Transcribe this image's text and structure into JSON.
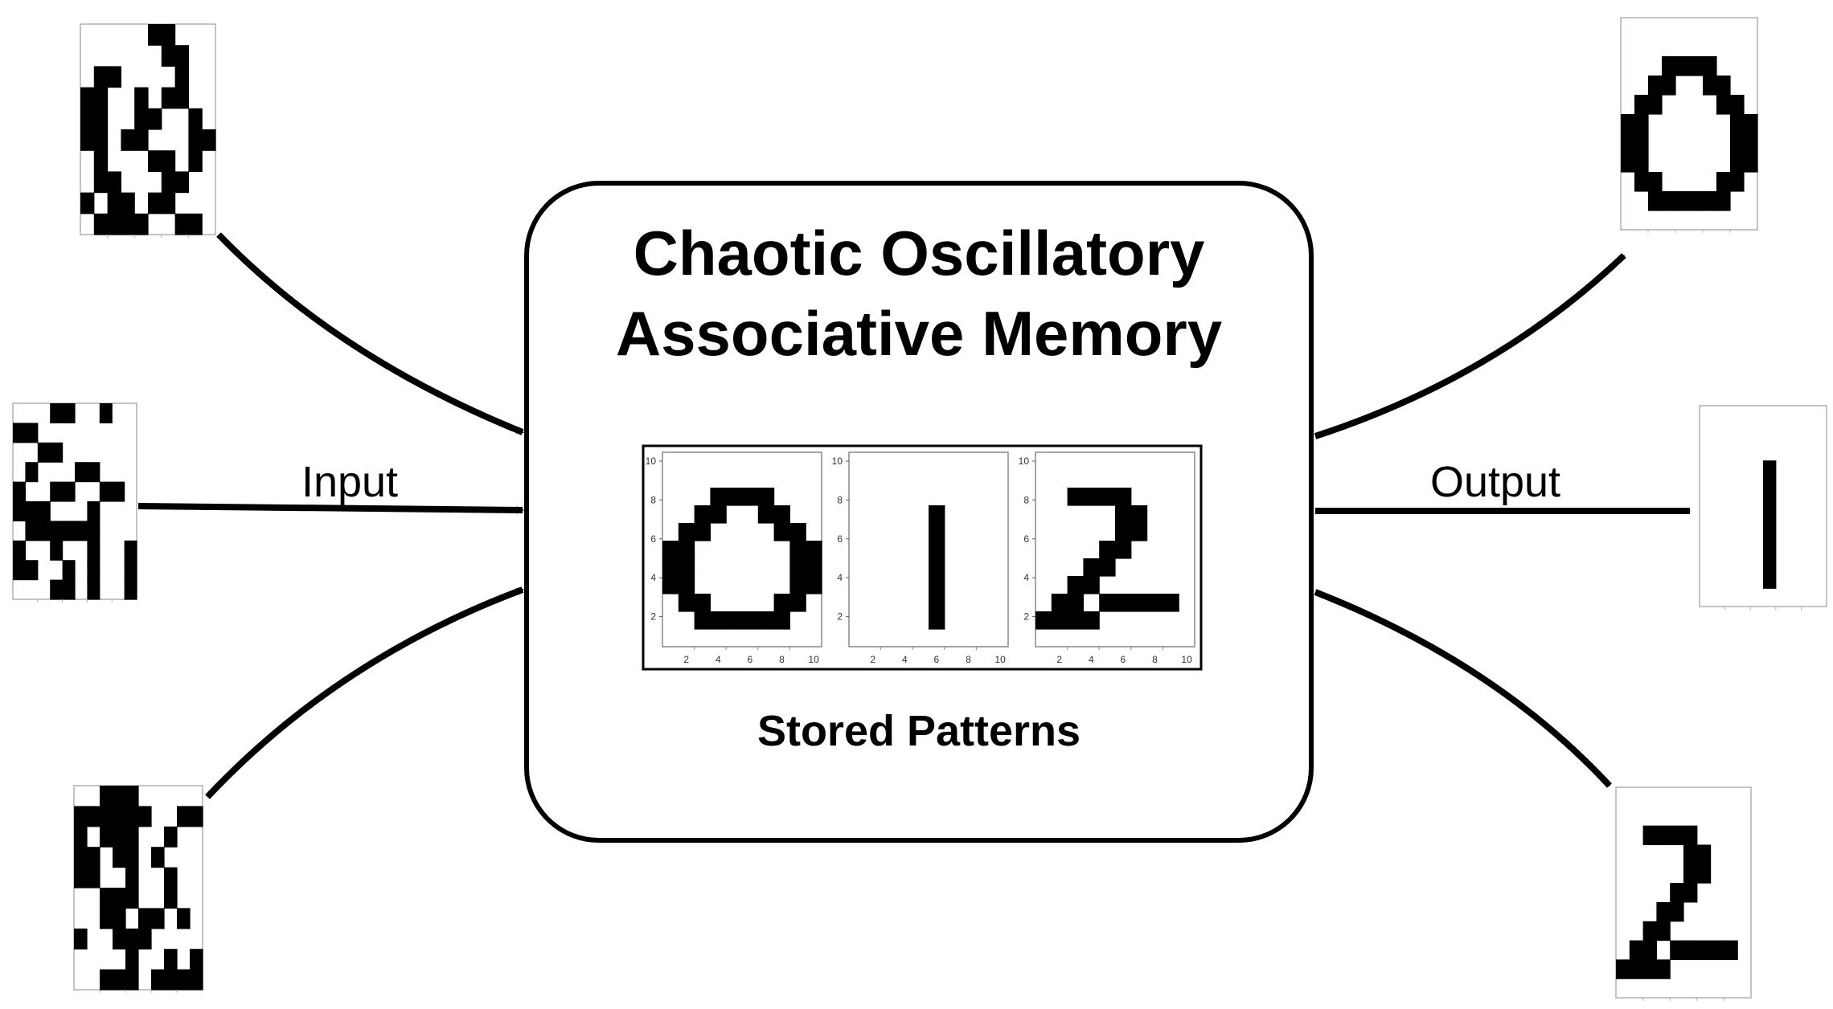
{
  "title_line1": "Chaotic Oscillatory",
  "title_line2": "Associative Memory",
  "input_label": "Input",
  "output_label": "Output",
  "stored_label": "Stored Patterns",
  "tick_labels": [
    "2",
    "4",
    "6",
    "8",
    "10"
  ],
  "colors": {
    "ink": "#000000",
    "frame": "#b0b0b0",
    "background": "#ffffff"
  },
  "stored_patterns": [
    {
      "digit": "0",
      "rows": [
        "0000000000",
        "0000000000",
        "0001111000",
        "0011001100",
        "0110000110",
        "1100000011",
        "1100000011",
        "1100000011",
        "0110000110",
        "0011111100",
        "0000000000"
      ]
    },
    {
      "digit": "1",
      "rows": [
        "0000000000",
        "0000000000",
        "0000000000",
        "0000010000",
        "0000010000",
        "0000010000",
        "0000010000",
        "0000010000",
        "0000010000",
        "0000010000",
        "0000000000"
      ]
    },
    {
      "digit": "2",
      "rows": [
        "0000000000",
        "0000000000",
        "0011110000",
        "0000011000",
        "0000011000",
        "0000110000",
        "0001100000",
        "0011000000",
        "0110111110",
        "1111000000",
        "0000000000"
      ]
    }
  ],
  "input_patterns": [
    {
      "name": "noisy-input-1",
      "rows": [
        "0000011000",
        "0000001100",
        "0110000100",
        "1100101100",
        "1100110010",
        "1101100011",
        "0100011010",
        "0110001100",
        "1011011000",
        "0111100110"
      ]
    },
    {
      "name": "noisy-input-2",
      "rows": [
        "0001100100",
        "1100000000",
        "0011000000",
        "0100011000",
        "1001100110",
        "1110001000",
        "0111111000",
        "1001001001",
        "1100101001",
        "0001101001"
      ]
    },
    {
      "name": "noisy-input-3",
      "rows": [
        "0011100000",
        "1111110011",
        "1011100100",
        "1101101000",
        "1100100100",
        "0011100100",
        "0011011010",
        "1001110000",
        "0000100101",
        "0011101111"
      ]
    }
  ],
  "output_patterns": [
    {
      "name": "output-0",
      "rows": [
        "0000000000",
        "0000000000",
        "0001111000",
        "0011001100",
        "0110000110",
        "1100000011",
        "1100000011",
        "1100000011",
        "0110000110",
        "0011111100",
        "0000000000"
      ]
    },
    {
      "name": "output-1",
      "rows": [
        "0000000000",
        "0000000000",
        "0000000000",
        "0000010000",
        "0000010000",
        "0000010000",
        "0000010000",
        "0000010000",
        "0000010000",
        "0000010000",
        "0000000000"
      ]
    },
    {
      "name": "output-2",
      "rows": [
        "0000000000",
        "0000000000",
        "0011110000",
        "0000011000",
        "0000011000",
        "0000110000",
        "0001100000",
        "0011000000",
        "0110111110",
        "1111000000",
        "0000000000"
      ]
    }
  ]
}
